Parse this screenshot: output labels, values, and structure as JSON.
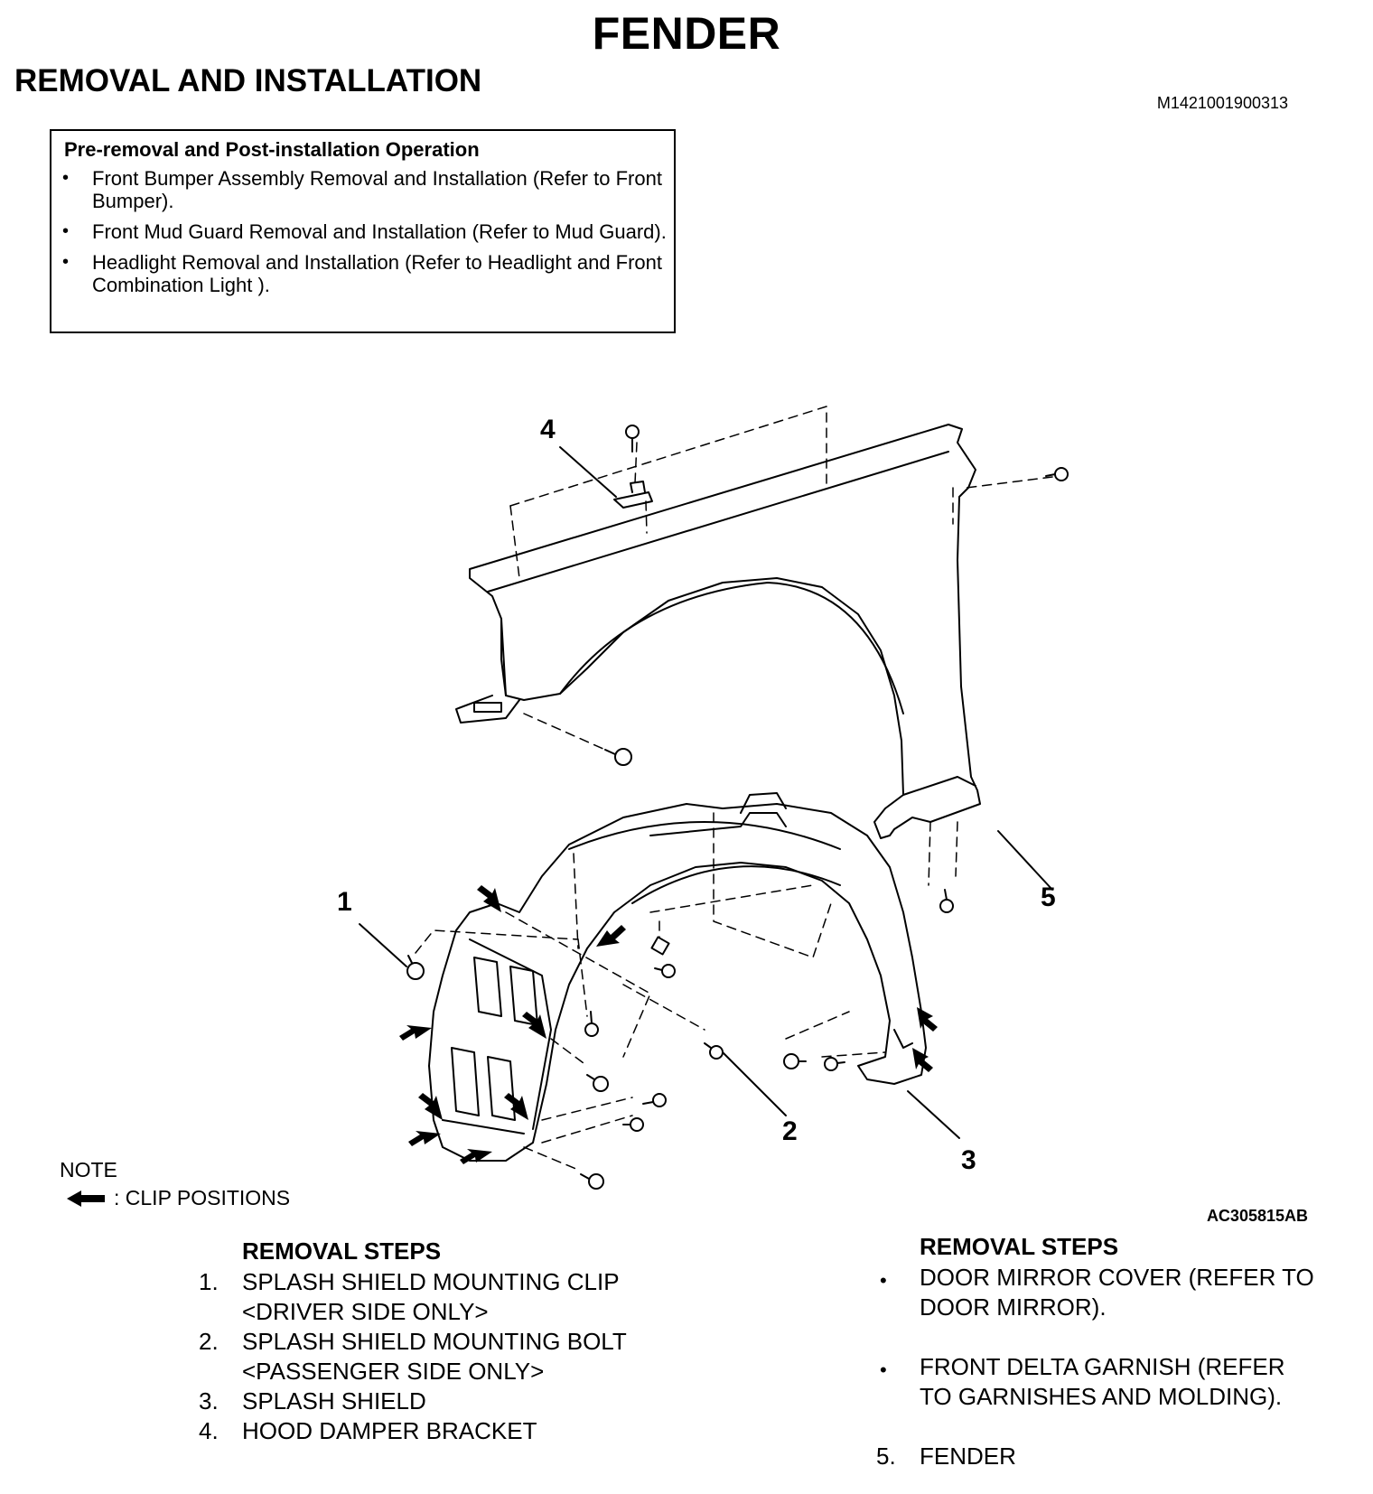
{
  "header": {
    "title": "FENDER",
    "section": "REMOVAL AND INSTALLATION",
    "doc_id": "M1421001900313"
  },
  "pre_removal": {
    "title": "Pre-removal and Post-installation Operation",
    "items": [
      "Front Bumper Assembly Removal and Installation (Refer to Front Bumper).",
      "Front Mud Guard Removal and Installation (Refer to Mud Guard).",
      "Headlight Removal and Installation (Refer to Headlight and Front Combination Light )."
    ]
  },
  "diagram": {
    "callouts": [
      "1",
      "2",
      "3",
      "4",
      "5"
    ],
    "figure_id": "AC305815AB"
  },
  "note": {
    "title": "NOTE",
    "legend": ": CLIP POSITIONS"
  },
  "removal_steps_left": {
    "title": "REMOVAL STEPS",
    "items": [
      {
        "num": "1.",
        "text": "SPLASH SHIELD MOUNTING CLIP",
        "sub": "<DRIVER SIDE ONLY>"
      },
      {
        "num": "2.",
        "text": "SPLASH SHIELD MOUNTING BOLT",
        "sub": "<PASSENGER SIDE ONLY>"
      },
      {
        "num": "3.",
        "text": "SPLASH SHIELD",
        "sub": ""
      },
      {
        "num": "4.",
        "text": "HOOD DAMPER BRACKET",
        "sub": ""
      }
    ]
  },
  "removal_steps_right": {
    "title": "REMOVAL STEPS",
    "items": [
      {
        "bullet": "•",
        "line1": "DOOR MIRROR COVER (REFER TO",
        "line2": "DOOR MIRROR)."
      },
      {
        "bullet": "•",
        "line1": "FRONT DELTA GARNISH (REFER",
        "line2": "TO GARNISHES AND MOLDING)."
      },
      {
        "num": "5.",
        "line1": "FENDER",
        "line2": ""
      }
    ]
  }
}
